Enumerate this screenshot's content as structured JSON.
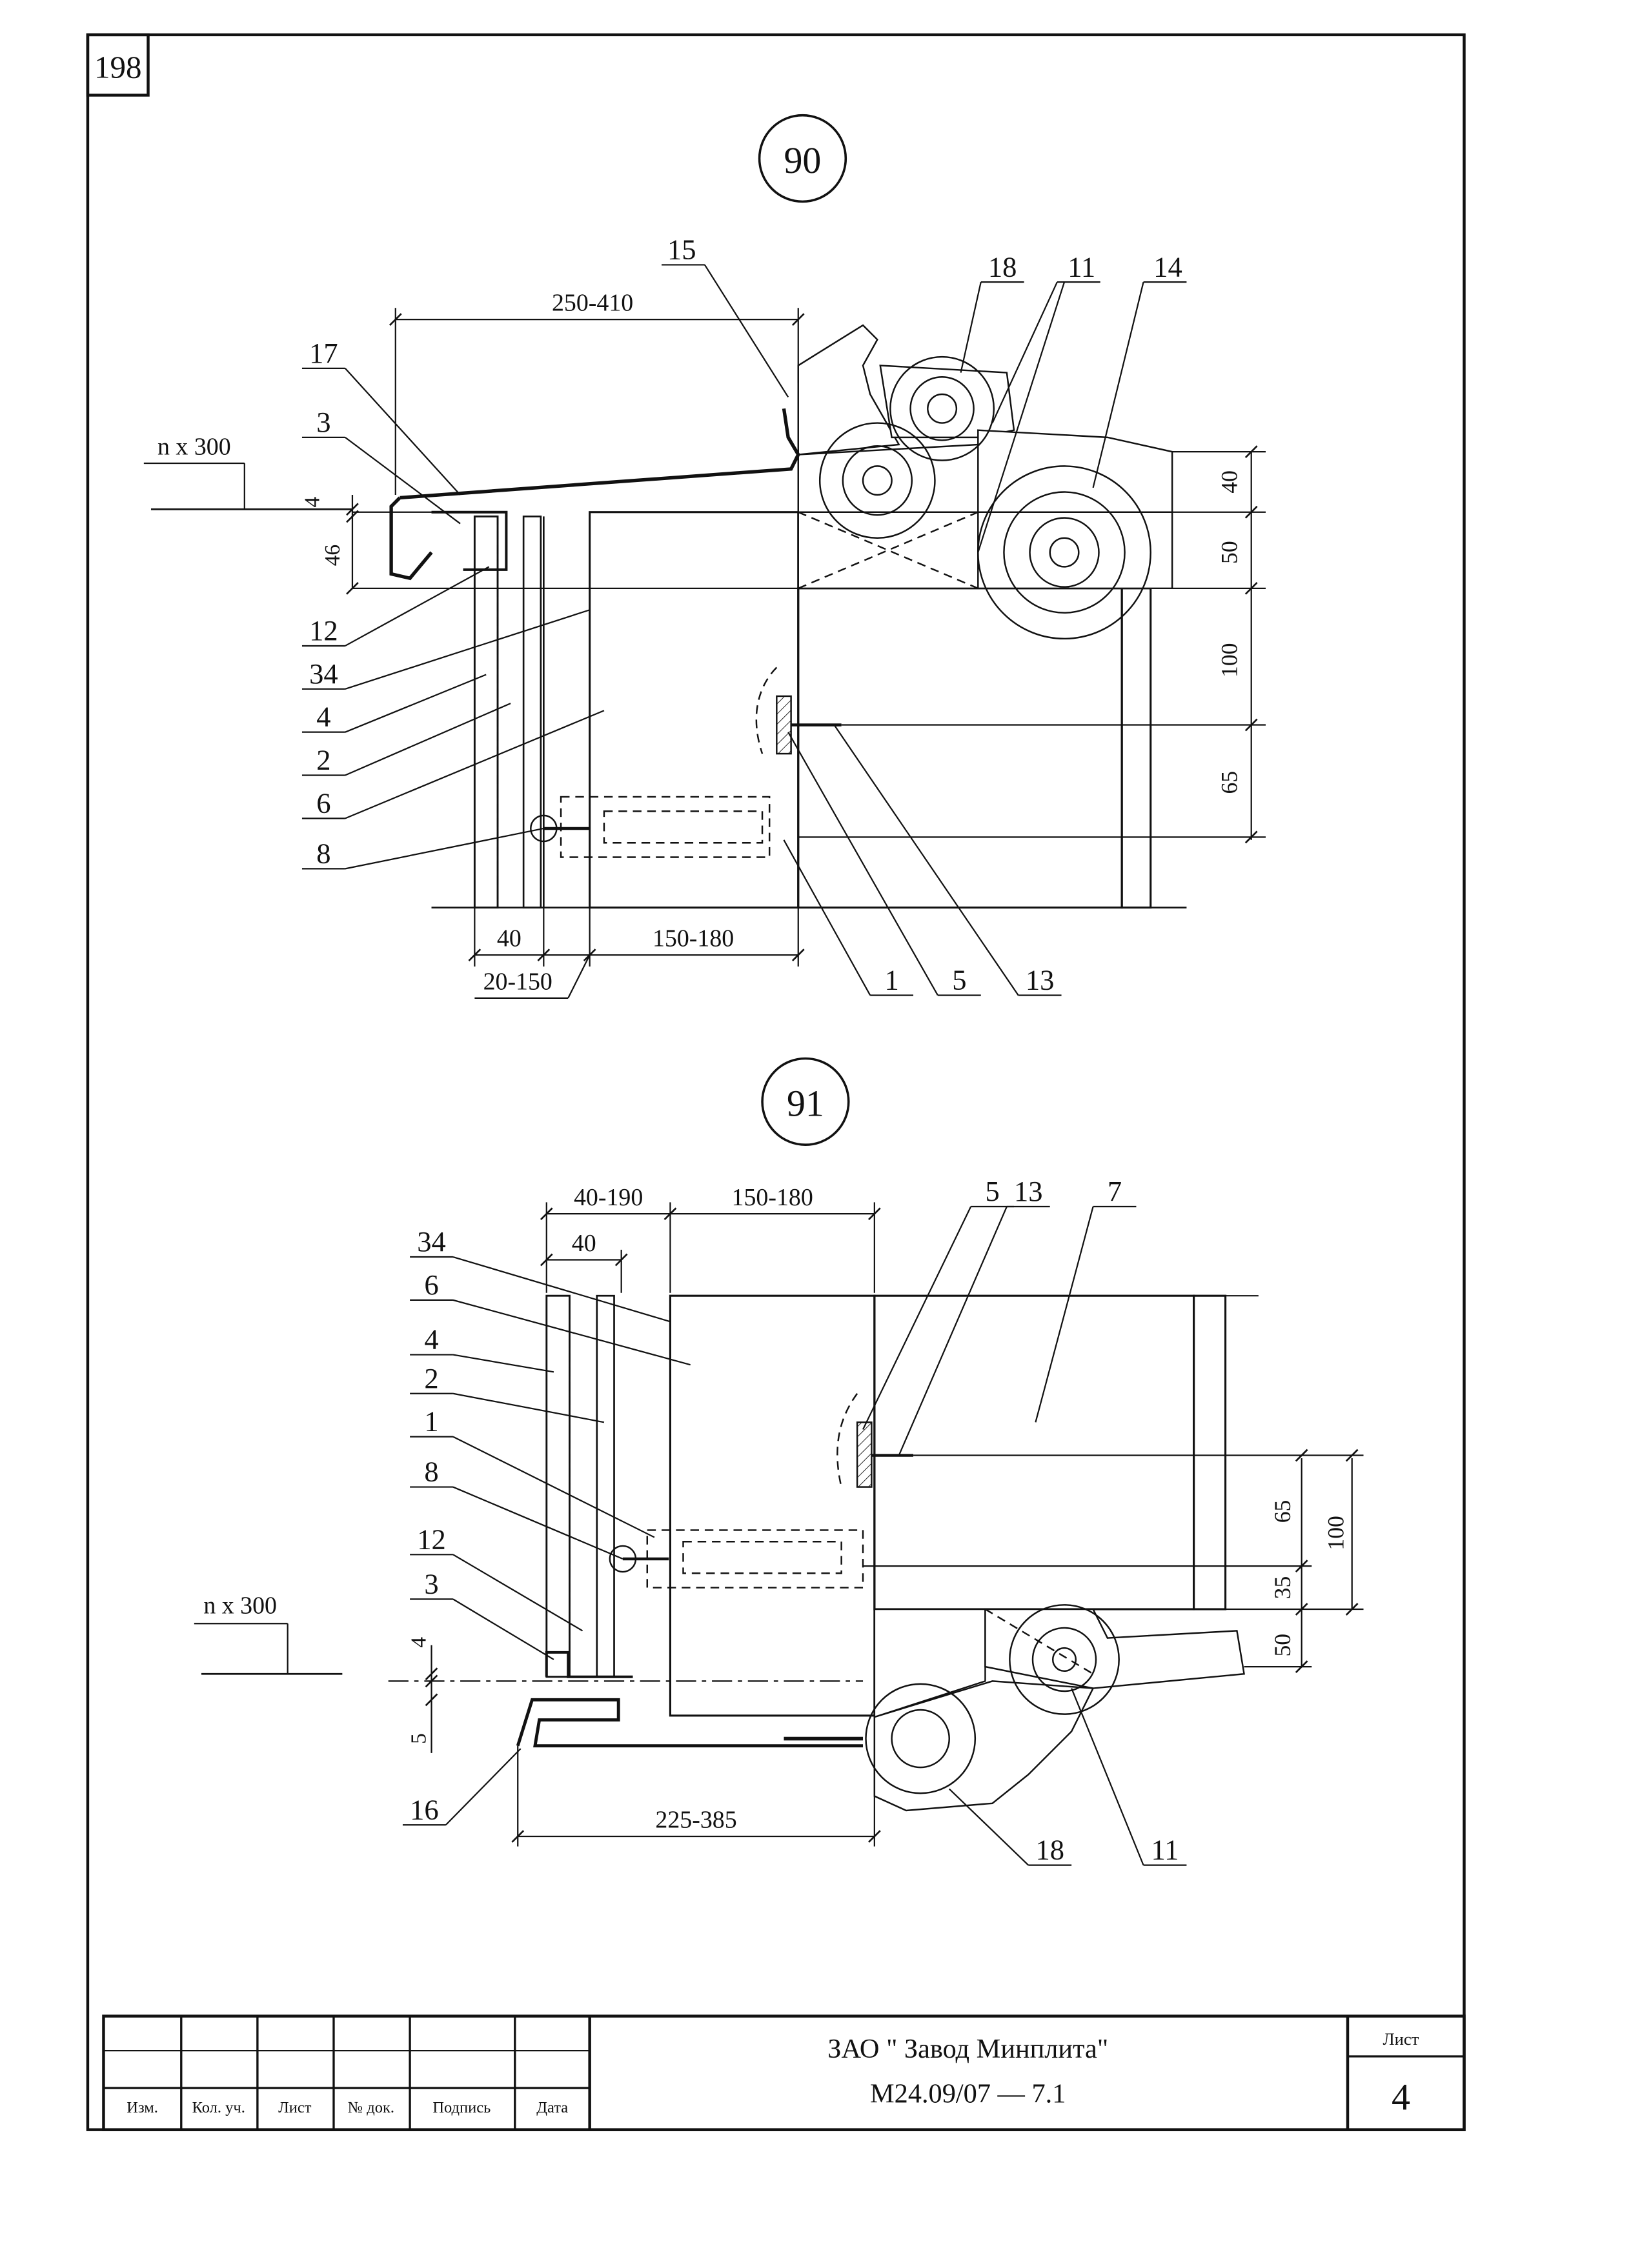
{
  "page_number": "198",
  "details": [
    {
      "number": "90",
      "dimensions": {
        "overhang": "250-410",
        "level_mark": "n x 300",
        "gap_top": "4",
        "drip_height": "46",
        "bottom_left": "40",
        "bottom_gap": "20-150",
        "bottom_insulation": "150-180",
        "right": [
          "40",
          "50",
          "100",
          "65"
        ]
      },
      "callouts_left": [
        "17",
        "3",
        "12",
        "34",
        "4",
        "2",
        "6",
        "8"
      ],
      "callouts_top": [
        "15",
        "18",
        "11",
        "14"
      ],
      "callouts_bottom": [
        "1",
        "5",
        "13"
      ]
    },
    {
      "number": "91",
      "dimensions": {
        "top_gap": "40-190",
        "top_insulation": "150-180",
        "top_inner": "40",
        "level_mark": "n x 300",
        "gap_4": "4",
        "gap_5": "5",
        "bottom_overhang": "225-385",
        "right_inner": [
          "65",
          "35",
          "50"
        ],
        "right_outer": "100"
      },
      "callouts_left": [
        "34",
        "6",
        "4",
        "2",
        "1",
        "8",
        "12",
        "3",
        "16"
      ],
      "callouts_top": [
        "5",
        "13",
        "7"
      ],
      "callouts_bottom": [
        "18",
        "11"
      ]
    }
  ],
  "title_block": {
    "columns": [
      "Изм.",
      "Кол. уч.",
      "Лист",
      "№ док.",
      "Подпись",
      "Дата"
    ],
    "company": "ЗАО \" Завод Минплита\"",
    "document": "М24.09/07  —  7.1",
    "sheet_label": "Лист",
    "sheet_number": "4"
  }
}
